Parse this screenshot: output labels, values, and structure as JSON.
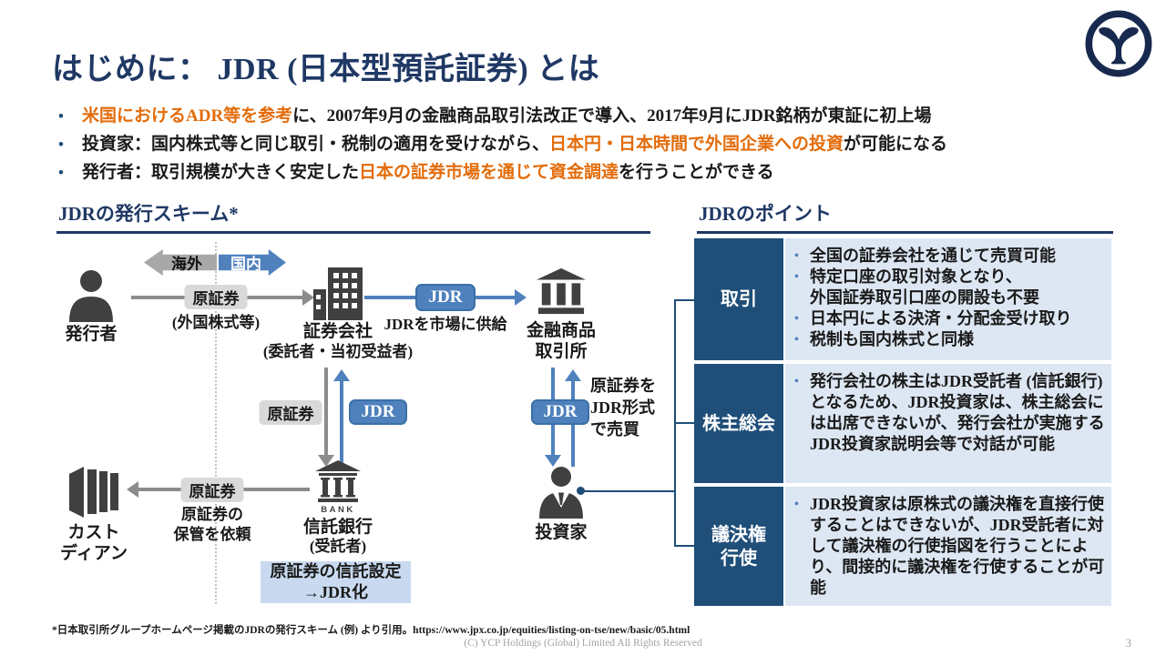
{
  "slide": {
    "title": "はじめに： JDR (日本型預託証券) とは",
    "page_number": "3",
    "footnote": "*日本取引所グループホームページ掲載のJDRの発行スキーム (例) より引用。https://www.jpx.co.jp/equities/listing-on-tse/new/basic/05.html",
    "copyright": "(C) YCP Holdings (Global) Limited All Rights Reserved"
  },
  "colors": {
    "title_navy": "#1f3864",
    "header_box_blue": "#1f4e79",
    "panel_light_blue": "#dde7f3",
    "accent_blue": "#4f81bd",
    "highlight_orange": "#e36c0a",
    "arrow_gray": "#8c8c8c",
    "tag_gray": "#d9d9d9",
    "trust_box_blue": "#c9daf0"
  },
  "intro_bullets": [
    {
      "segments": [
        {
          "text": "米国におけるADR等を参考"
        },
        {
          "text": "に、2007年9月の金融商品取引法改正で導入、2017年9月にJDR銘柄が東証に初上場"
        }
      ]
    },
    {
      "segments": [
        {
          "text": "投資家：国内株式等と同じ取引・税制の適用を受けながら、"
        },
        {
          "text": "日本円・日本時間で外国企業への投資"
        },
        {
          "text": "が可能になる"
        }
      ]
    },
    {
      "segments": [
        {
          "text": "発行者：取引規模が大きく安定した"
        },
        {
          "text": "日本の証券市場を通じて資金調達"
        },
        {
          "text": "を行うことができる"
        }
      ]
    }
  ],
  "scheme": {
    "heading": "JDRの発行スキーム*",
    "overseas_label": "海外",
    "domestic_label": "国内",
    "issuer_label": "発行者",
    "orig_sec_label": "原証券",
    "foreign_stock_note": "(外国株式等)",
    "securities_co_label": "証券会社",
    "securities_co_note": "(委託者・当初受益者)",
    "jdr_label": "JDR",
    "jdr_supply_note": "JDRを市場に供給",
    "exchange_label": "金融商品\n取引所",
    "trust_bank_label": "信託銀行",
    "trust_bank_note": "(受託者)",
    "bank_icon_text": "BANK",
    "trust_setting_note": "原証券の信託設定\n→JDR化",
    "custodian_label": "カスト\nディアン",
    "custody_note": "原証券の\n保管を依頼",
    "trade_note": "原証券を\nJDR形式\nで売買",
    "investor_label": "投資家"
  },
  "points": {
    "heading": "JDRのポイント",
    "rows": [
      {
        "header": "取引",
        "bullets": [
          "全国の証券会社を通じて売買可能",
          "特定口座の取引対象となり、\n外国証券取引口座の開設も不要",
          "日本円による決済・分配金受け取り",
          "税制も国内株式と同様"
        ]
      },
      {
        "header": "株主総会",
        "bullets": [
          "発行会社の株主はJDR受託者 (信託銀行) となるため、JDR投資家は、株主総会には出席できないが、発行会社が実施するJDR投資家説明会等で対話が可能"
        ]
      },
      {
        "header": "議決権\n行使",
        "bullets": [
          "JDR投資家は原株式の議決権を直接行使することはできないが、JDR受託者に対して議決権の行使指図を行うことにより、間接的に議決権を行使することが可能"
        ]
      }
    ]
  }
}
